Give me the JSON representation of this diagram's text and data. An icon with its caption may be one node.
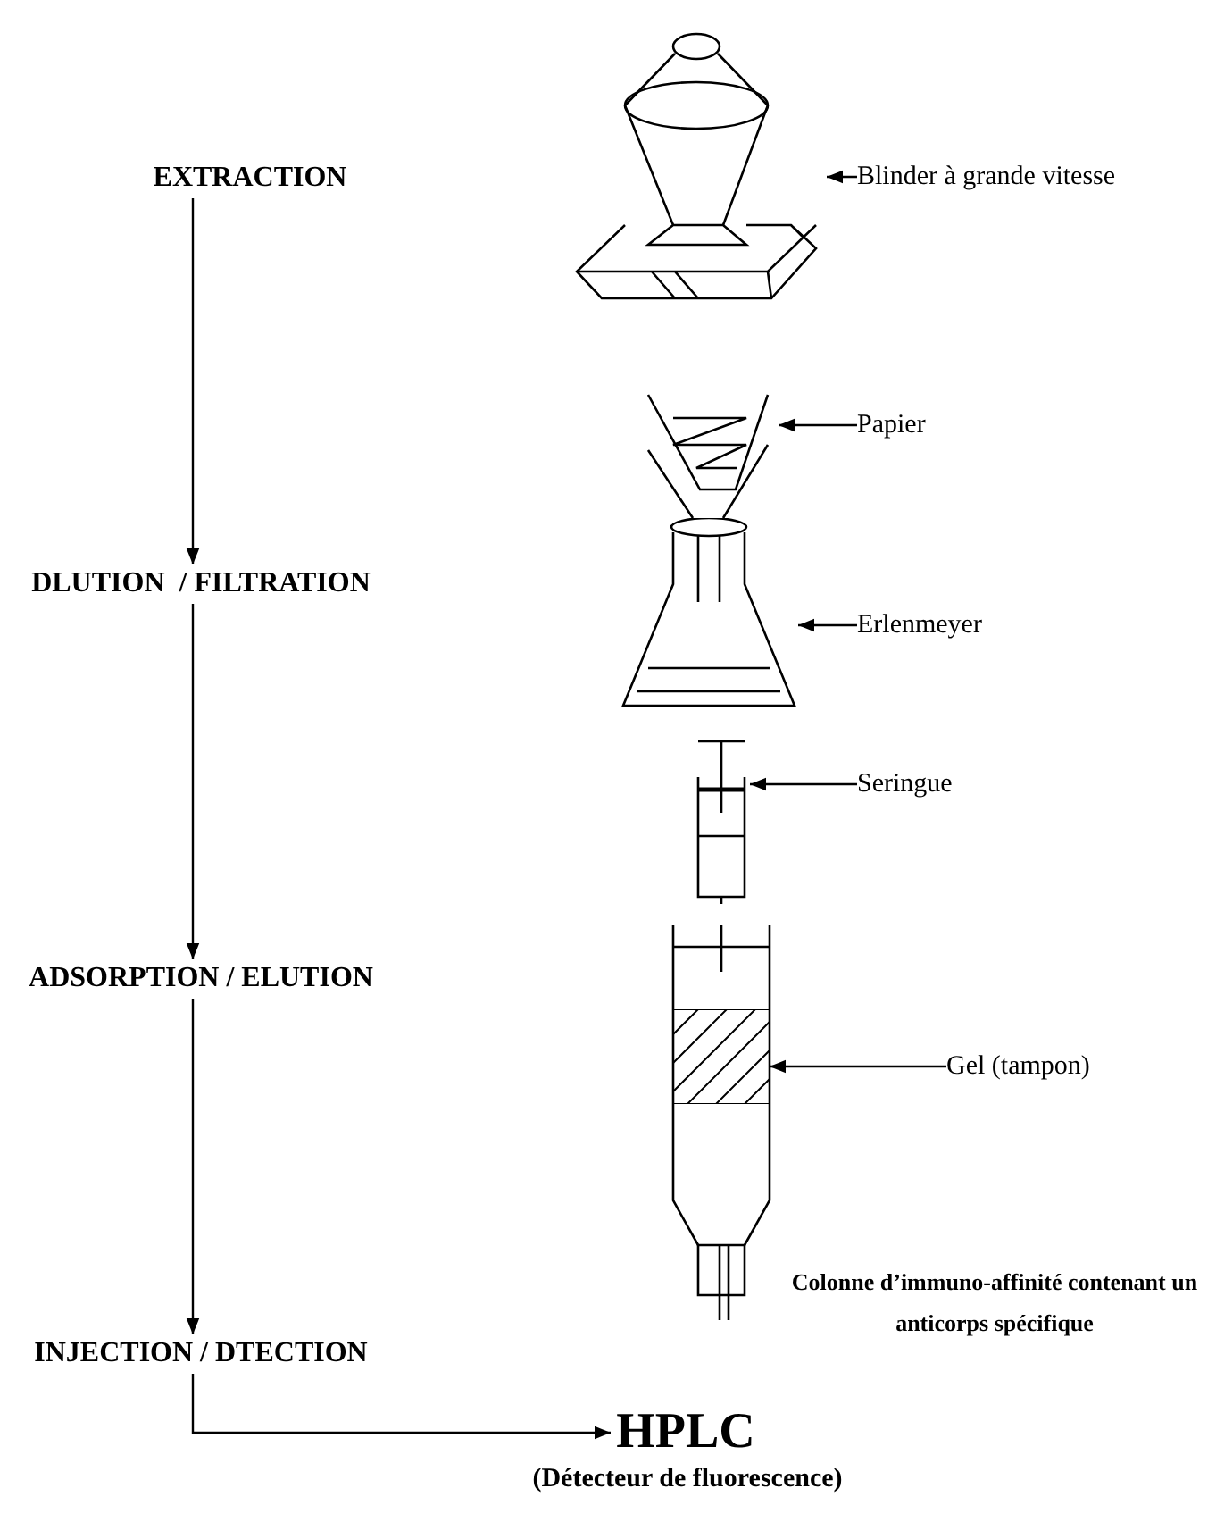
{
  "diagram": {
    "nodes": [
      {
        "text": [
          "EXTRACTION"
        ]
      },
      {
        "text": [
          "DLUTION  / FILTRATION"
        ]
      },
      {
        "text": [
          "ADSORPTION / ELUTION"
        ]
      },
      {
        "text": [
          "INJECTION / DTECTION"
        ]
      },
      {
        "text": [
          "HPLC"
        ],
        "beside": [
          "(Détecteur de fluorescence)"
        ]
      },
      {
        "text": [
          "Blinder à grande vitesse"
        ]
      },
      {
        "text": [],
        "shape": "picture"
      },
      {
        "text": [
          "Papier"
        ]
      },
      {
        "text": [],
        "shape": "picture"
      },
      {
        "text": [
          "Erlenmeyer"
        ]
      },
      {
        "text": [],
        "shape": "picture"
      },
      {
        "text": [
          "Seringue"
        ]
      },
      {
        "text": [],
        "shape": "picture"
      },
      {
        "text": [
          "Gel (tampon)"
        ]
      },
      {
        "text": [],
        "shape": "picture",
        "beside": [
          "Colonne d’immuno-affinité contenant un anticorps spécifique"
        ]
      },
      {
        "text": [],
        "shape": "box",
        "in": 14
      }
    ],
    "edges": [
      {
        "from": 0,
        "to": 1,
        "arrow": "to"
      },
      {
        "from": 1,
        "to": 2,
        "arrow": "to"
      },
      {
        "from": 2,
        "to": 3,
        "arrow": "to"
      },
      {
        "from": 3,
        "to": 4,
        "arrow": "to"
      },
      {
        "from": 5,
        "to": 6,
        "arrow": "to"
      },
      {
        "from": 7,
        "to": 8,
        "arrow": "to"
      },
      {
        "from": 9,
        "to": 10,
        "arrow": "to"
      },
      {
        "from": 11,
        "to": 12,
        "arrow": "to"
      },
      {
        "from": 13,
        "to": 15,
        "arrow": "to"
      }
    ]
  }
}
